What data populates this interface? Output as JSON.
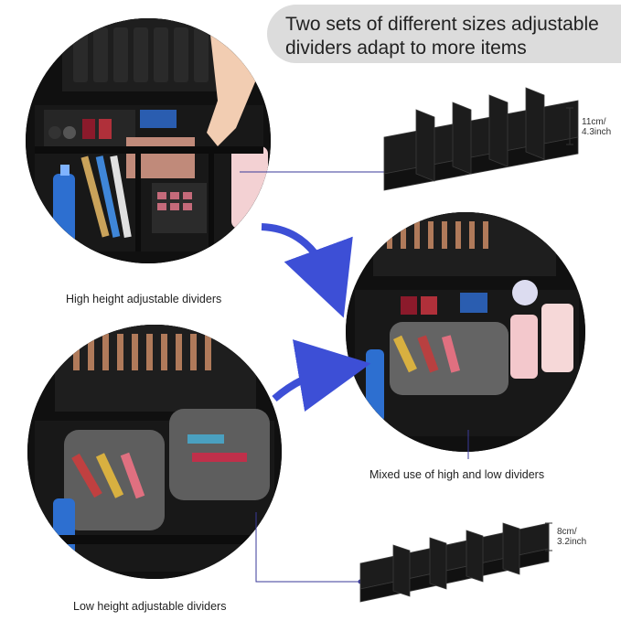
{
  "banner": {
    "line1": "Two sets of different sizes adjustable",
    "line2": "dividers adapt to more items"
  },
  "captions": {
    "high": "High height adjustable dividers",
    "mixed": "Mixed use of high and low dividers",
    "low": "Low height adjustable dividers"
  },
  "dimensions": {
    "high_cm": "11cm/",
    "high_inch": "4.3inch",
    "low_cm": "8cm/",
    "low_inch": "3.2inch"
  },
  "colors": {
    "accent_arrow": "#3d4fd6",
    "leader_line": "#3a3a9a",
    "case_black": "#141414"
  }
}
